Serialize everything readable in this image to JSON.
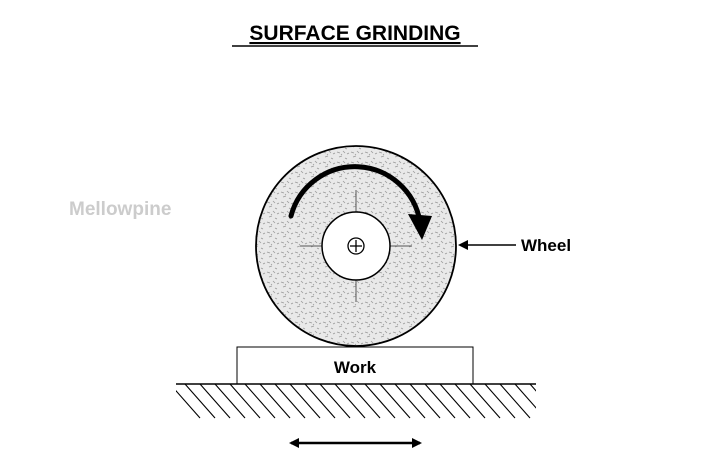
{
  "title": "SURFACE GRINDING",
  "watermark": "Mellowpine",
  "labels": {
    "wheel": "Wheel",
    "work": "Work"
  },
  "colors": {
    "ink": "#000000",
    "wheel_fill": "#e9e9e9",
    "speckle": "#9a9a9a",
    "watermark": "#cccccc",
    "background": "#ffffff"
  },
  "icons": {
    "center": "crosshair-circle-icon",
    "rotation": "clockwise-arrow-icon",
    "feed": "double-headed-arrow-icon"
  }
}
